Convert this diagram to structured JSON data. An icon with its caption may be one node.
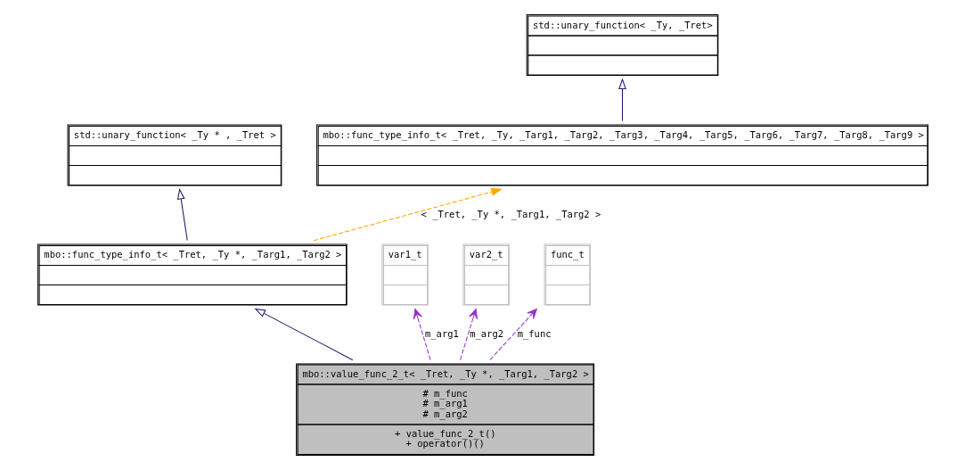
{
  "diagram": {
    "nodes": [
      {
        "text": [
          "std::unary_function< _Ty, _Tret>"
        ]
      },
      {
        "text": [
          "std::unary_function< _Ty * , _Tret >"
        ]
      },
      {
        "text": [
          "mbo::func_type_info_t< _Tret, _Ty, _Targ1, _Targ2, _Targ3, _Targ4, _Targ5, _Targ6, _Targ7, _Targ8, _Targ9 >"
        ]
      },
      {
        "text": [
          "mbo::func_type_info_t< _Tret, _Ty *, _Targ1, _Targ2 >"
        ]
      },
      {
        "text": [
          "var1_t"
        ]
      },
      {
        "text": [
          "var2_t"
        ]
      },
      {
        "text": [
          "func_t"
        ]
      },
      {
        "text": [
          "mbo::value_func_2_t< _Tret, _Ty *, _Targ1, _Targ2 >",
          "# m_func",
          "# m_arg1",
          "# m_arg2",
          "+ value_func_2_t()",
          "+ operator()()"
        ]
      }
    ],
    "edges": [
      {
        "from": 2,
        "to": 0,
        "arrow": "to",
        "color": "#191970"
      },
      {
        "from": 3,
        "to": 1,
        "arrow": "to",
        "color": "#191970"
      },
      {
        "from": 3,
        "to": 2,
        "arrow": "to",
        "label": "< _Tret, _Ty *, _Targ1, _Targ2 >",
        "style": "dashed",
        "color": "#ffa500"
      },
      {
        "from": 7,
        "to": 3,
        "arrow": "to",
        "color": "#191970"
      },
      {
        "from": 7,
        "to": 4,
        "arrow": "to",
        "label": "m_arg1",
        "style": "dashed",
        "color": "#9a32cd"
      },
      {
        "from": 7,
        "to": 5,
        "arrow": "to",
        "label": "m_arg2",
        "style": "dashed",
        "color": "#9a32cd"
      },
      {
        "from": 7,
        "to": 6,
        "arrow": "to",
        "label": "m_func",
        "style": "dashed",
        "color": "#9a32cd"
      }
    ]
  }
}
